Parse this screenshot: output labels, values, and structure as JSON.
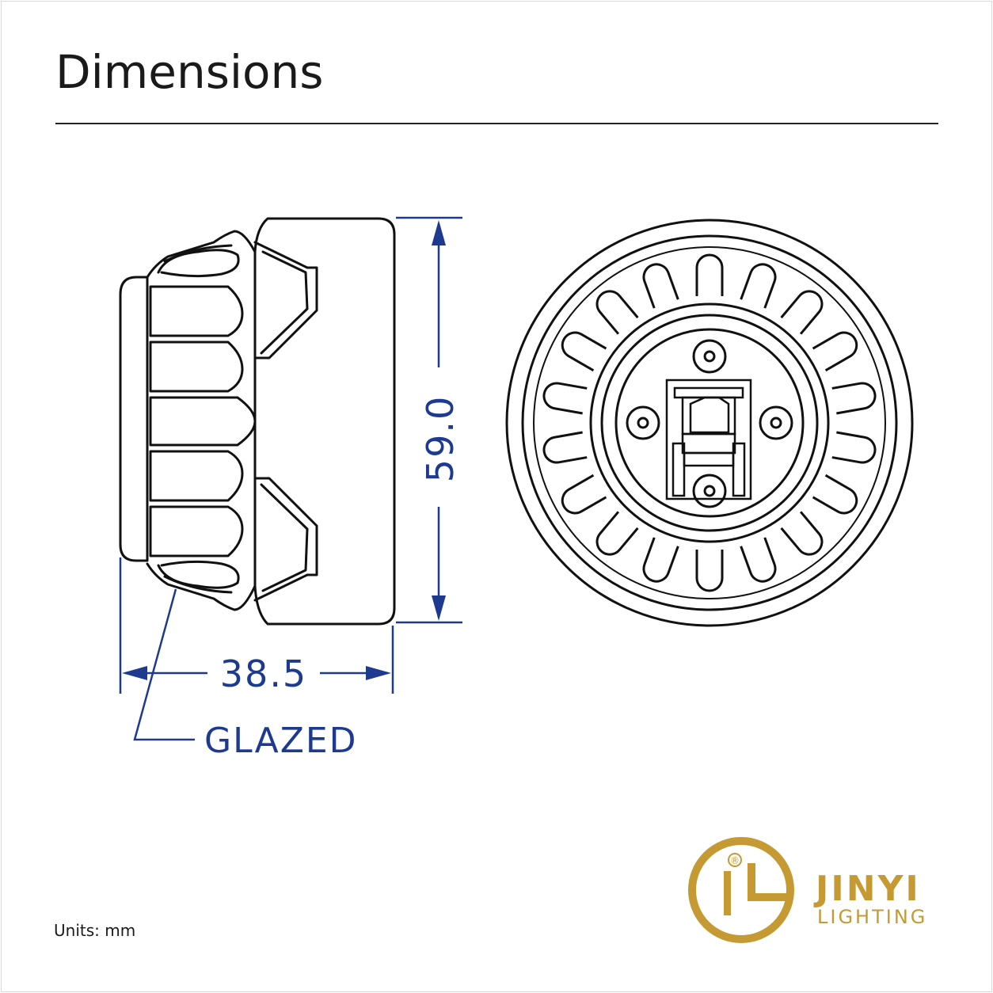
{
  "header": {
    "title": "Dimensions"
  },
  "dimensions": {
    "height": {
      "value": "59.0"
    },
    "width": {
      "value": "38.5"
    },
    "material_callout": {
      "label": "GLAZED"
    }
  },
  "footer": {
    "units": "Units: mm"
  },
  "brand": {
    "name": "JINYI",
    "subtitle": "LIGHTING",
    "registered_mark": "®",
    "color": "#c59a32"
  },
  "colors": {
    "dimension": "#1d3a8f",
    "outline": "#111111"
  }
}
